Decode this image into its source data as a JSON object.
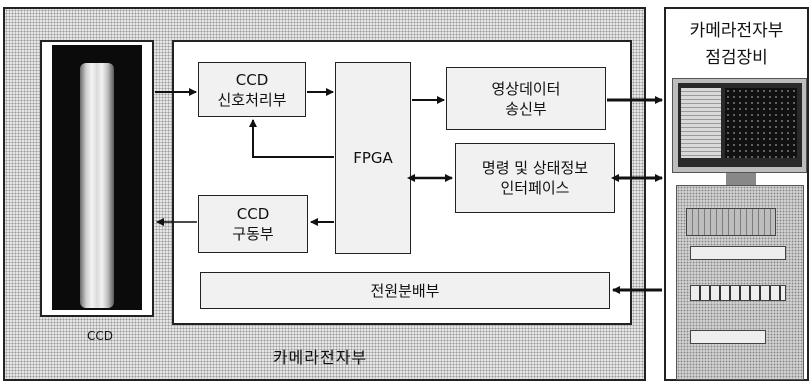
{
  "ccd_sensor": {
    "caption": "CCD"
  },
  "camera_unit": {
    "caption": "카메라전자부"
  },
  "blocks": {
    "ccd_signal": {
      "line1": "CCD",
      "line2": "신호처리부"
    },
    "fpga": {
      "label": "FPGA"
    },
    "image_tx": {
      "line1": "영상데이터",
      "line2": "송신부"
    },
    "command_if": {
      "line1": "명령 및 상태정보",
      "line2": "인터페이스"
    },
    "ccd_driver": {
      "line1": "CCD",
      "line2": "구동부"
    },
    "power": {
      "label": "전원분배부"
    }
  },
  "test_equipment": {
    "line1": "카메라전자부",
    "line2": "점검장비"
  },
  "colors": {
    "border": "#222222",
    "background": "#ffffff",
    "halftone": "#e6e6e6",
    "screen": "#2a2a2a"
  }
}
